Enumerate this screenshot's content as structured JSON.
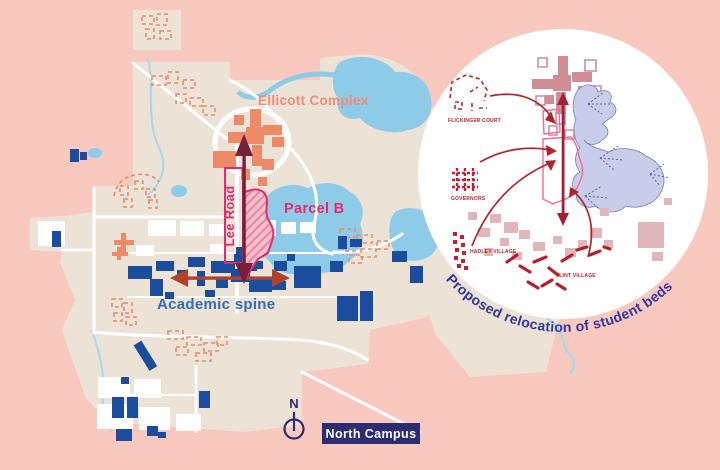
{
  "colors": {
    "background": "#f9c9bf",
    "campus_land": "#ece3d6",
    "water": "#8ecbe9",
    "building_blue": "#1b4c9e",
    "coral": "#ef8a68",
    "magenta": "#e72a6d",
    "maroon_arrow": "#7a1f3a",
    "brick_arrow": "#b3402c",
    "navy": "#2d2c72",
    "inset_rose": "#cf8e94",
    "inset_red": "#c1212f",
    "inset_lake": "#c9cde9",
    "caption_navy": "#3335a0"
  },
  "map": {
    "labels": {
      "ellicott_complex": "Ellicott Complex",
      "lee_road": "Lee Road",
      "parcel_b": "Parcel B",
      "academic_spine": "Academic spine"
    }
  },
  "inset": {
    "caption": "Proposed relocation of student beds",
    "labels": {
      "flickinger_court": "FLICKINGER COURT",
      "governors": "GOVERNORS",
      "hadley_village": "HADLEY VILLAGE",
      "flint_village": "FLINT VILLAGE"
    }
  },
  "compass": {
    "north_label": "N"
  },
  "badge": {
    "label": "North Campus"
  }
}
